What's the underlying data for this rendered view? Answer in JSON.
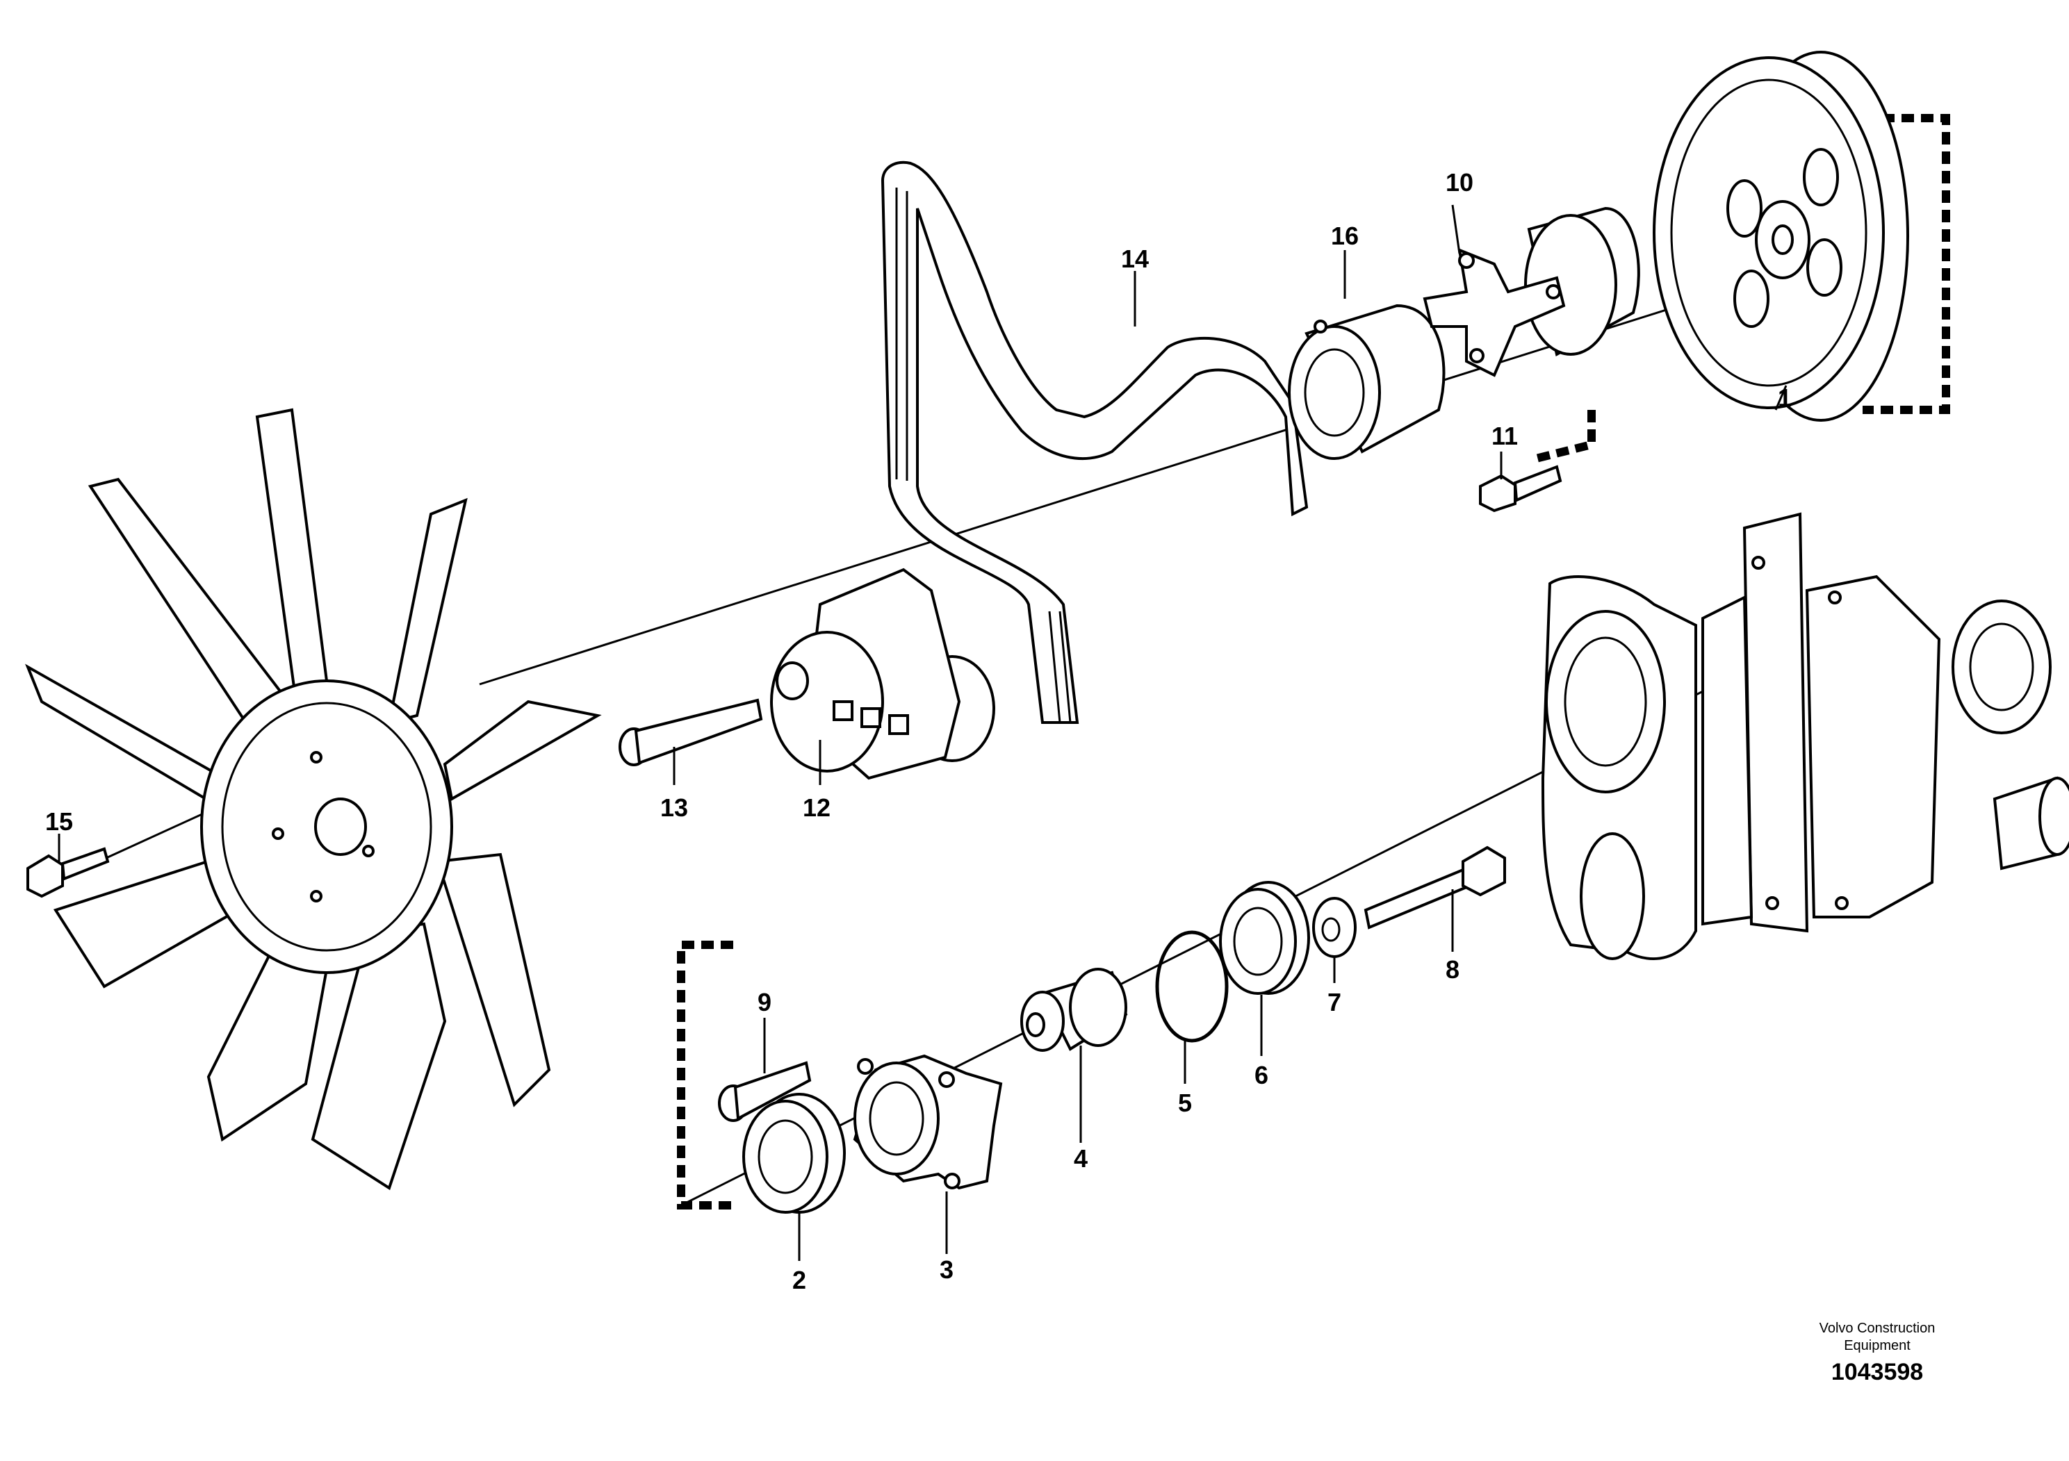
{
  "callouts": [
    {
      "id": "1",
      "text": "1"
    },
    {
      "id": "2",
      "text": "2"
    },
    {
      "id": "3",
      "text": "3"
    },
    {
      "id": "4",
      "text": "4"
    },
    {
      "id": "5",
      "text": "5"
    },
    {
      "id": "6",
      "text": "6"
    },
    {
      "id": "7",
      "text": "7"
    },
    {
      "id": "8",
      "text": "8"
    },
    {
      "id": "9",
      "text": "9"
    },
    {
      "id": "10",
      "text": "10"
    },
    {
      "id": "11",
      "text": "11"
    },
    {
      "id": "12",
      "text": "12"
    },
    {
      "id": "13",
      "text": "13"
    },
    {
      "id": "14",
      "text": "14"
    },
    {
      "id": "15",
      "text": "15"
    },
    {
      "id": "16",
      "text": "16"
    }
  ],
  "credit": {
    "line1": "Volvo Construction",
    "line2": "Equipment",
    "code": "1043598"
  }
}
